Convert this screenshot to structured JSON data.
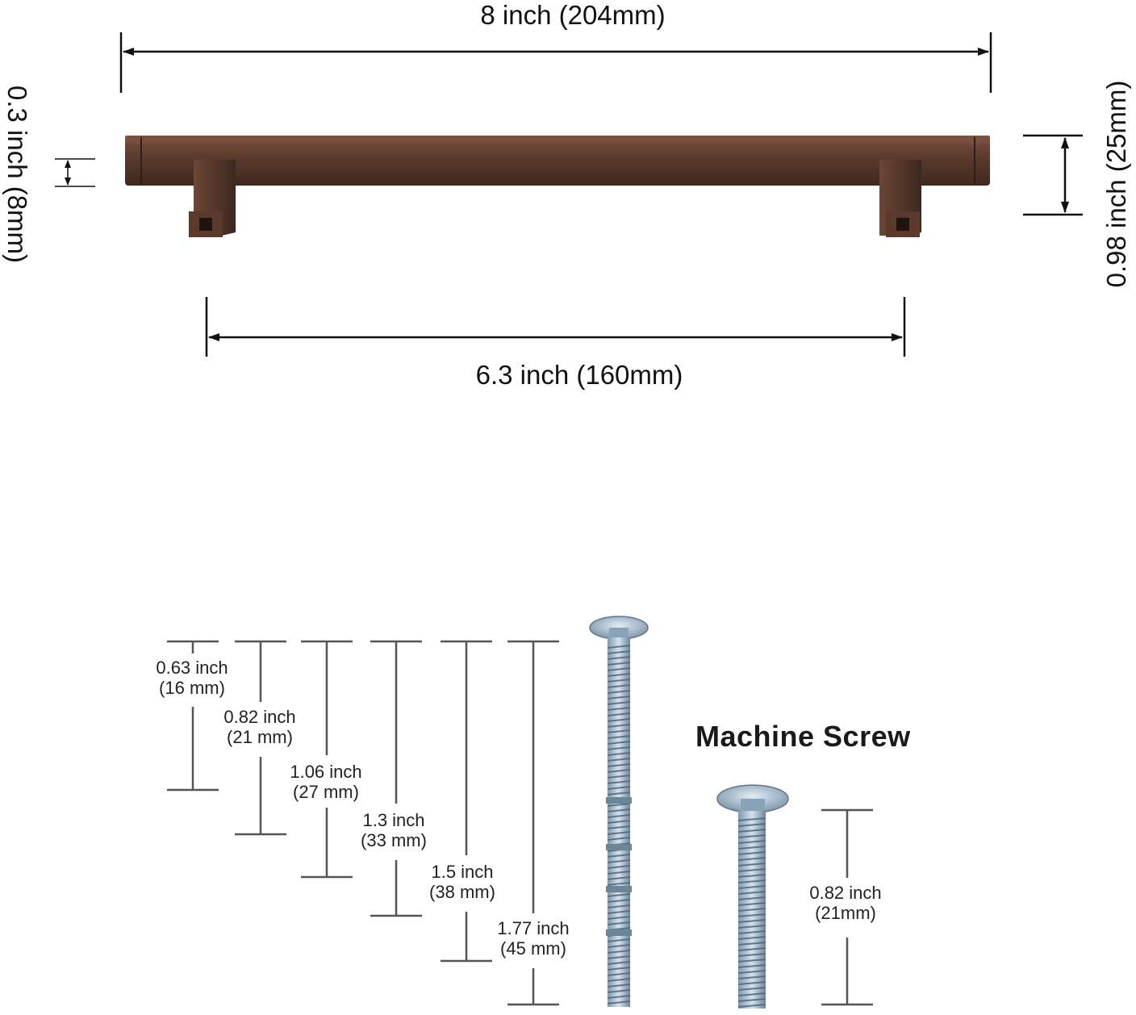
{
  "handle": {
    "overall_length": "8 inch (204mm)",
    "hole_spacing": "6.3 inch (160mm)",
    "bar_thickness": "0.3 inch (8mm)",
    "projection": "0.98 inch (25mm)",
    "finish_color": "#5a3b2c"
  },
  "screws": {
    "title": "Machine Screw",
    "lengths": [
      {
        "inch": "0.63 inch",
        "mm": "(16 mm)"
      },
      {
        "inch": "0.82 inch",
        "mm": "(21 mm)"
      },
      {
        "inch": "1.06 inch",
        "mm": "(27 mm)"
      },
      {
        "inch": "1.3 inch",
        "mm": "(33 mm)"
      },
      {
        "inch": "1.5 inch",
        "mm": "(38 mm)"
      },
      {
        "inch": "1.77 inch",
        "mm": "(45 mm)"
      }
    ],
    "machine_screw": {
      "inch": "0.82 inch",
      "mm": "(21mm)"
    },
    "screw_color": "#a9c3d9"
  }
}
